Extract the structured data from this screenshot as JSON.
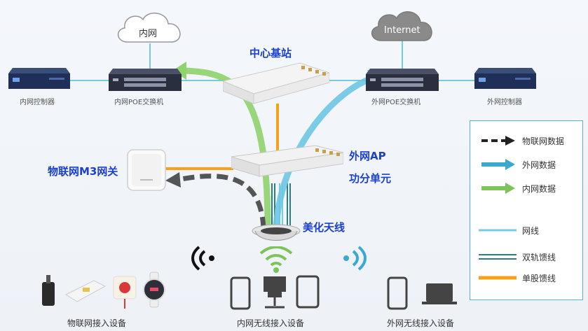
{
  "clouds": {
    "intranet": "内网",
    "internet": "Internet"
  },
  "devices": {
    "intranet_controller": "内网控制器",
    "intranet_poe_switch": "内网POE交换机",
    "extranet_poe_switch": "外网POE交换机",
    "extranet_controller": "外网控制器"
  },
  "labels": {
    "center_station": "中心基站",
    "iot_gateway": "物联网M3网关",
    "extranet_ap": "外网AP",
    "power_splitter": "功分单元",
    "beautified_antenna": "美化天线"
  },
  "bottom": {
    "iot_access": "物联网接入设备",
    "intranet_wireless": "内网无线接入设备",
    "extranet_wireless": "外网无线接入设备"
  },
  "legend": [
    {
      "label": "物联网数据",
      "style": "dashed-arrow",
      "color": "#222222"
    },
    {
      "label": "外网数据",
      "style": "arrow",
      "color": "#39a9d0"
    },
    {
      "label": "内网数据",
      "style": "arrow",
      "color": "#7cc45a"
    },
    {
      "label": "网线",
      "style": "line",
      "color": "#72cde3"
    },
    {
      "label": "双轨馈线",
      "style": "double-line",
      "color": "#2c7d8a"
    },
    {
      "label": "单股馈线",
      "style": "line",
      "color": "#f5a21a"
    }
  ],
  "colors": {
    "label_blue": "#1a3fd1",
    "cable_blue": "#72cde3",
    "feeder_orange": "#f5a21a",
    "intranet_green": "#7cc45a",
    "extranet_blue": "#39a9d0",
    "iot_dark": "#333333"
  }
}
